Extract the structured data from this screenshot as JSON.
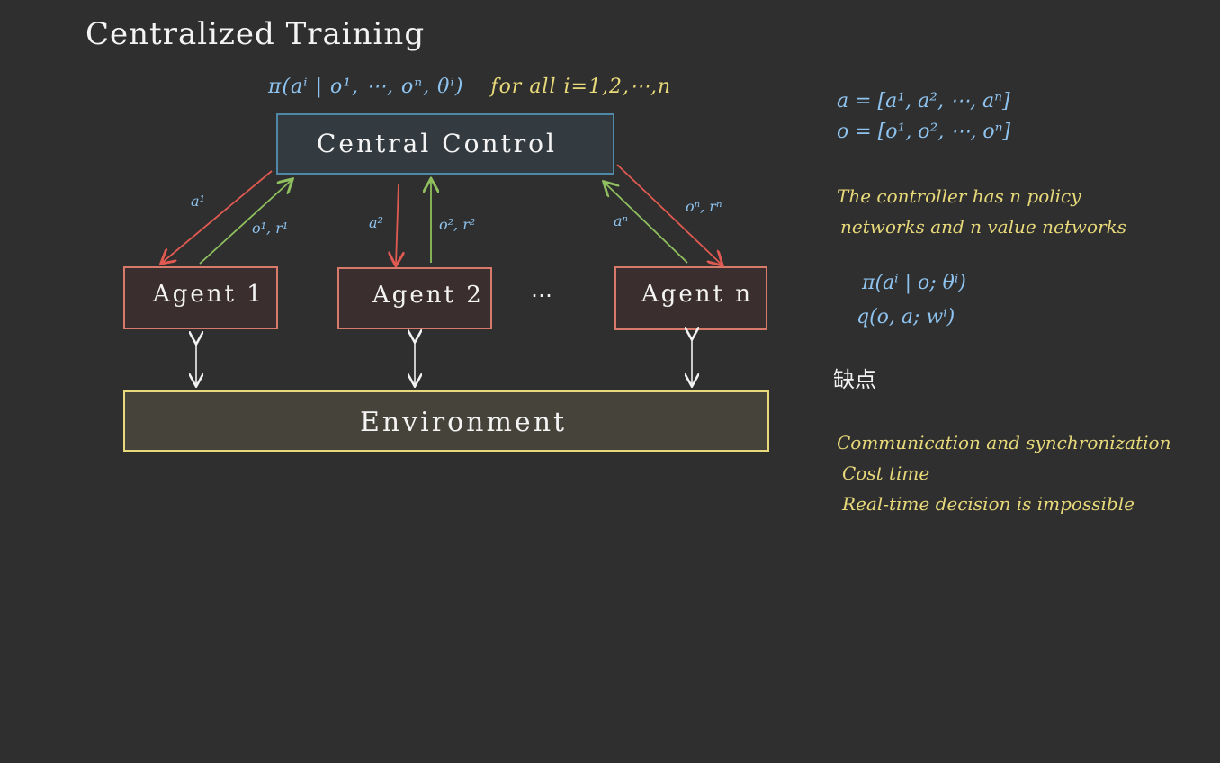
{
  "title": "Centralized Training",
  "policy_formula": {
    "expr": "π(aⁱ | o¹, ⋯, oⁿ, θⁱ)",
    "range": "for all i=1,2,⋯,n"
  },
  "central": {
    "label": "Central Control"
  },
  "agents": [
    {
      "label": "Agent 1",
      "action": "a¹",
      "feedback": "o¹, r¹"
    },
    {
      "label": "Agent 2",
      "action": "a²",
      "feedback": "o², r²"
    },
    {
      "label": "Agent n",
      "action": "aⁿ",
      "feedback": "oⁿ, rⁿ"
    }
  ],
  "ellipsis": "⋯",
  "environment": {
    "label": "Environment"
  },
  "notes": {
    "a_def": "a = [a¹, a², ⋯, aⁿ]",
    "o_def": "o = [o¹, o², ⋯, oⁿ]",
    "controller_line1": "The controller has n policy",
    "controller_line2": "networks and n value networks",
    "policy_net": "π(aⁱ | o; θⁱ)",
    "value_net": "q(o, a; wⁱ)",
    "drawbacks_heading": "缺点",
    "drawback1": "Communication and synchronization",
    "drawback2": "Cost time",
    "drawback3": "Real-time decision is impossible"
  },
  "colors": {
    "background": "#2f2f2f",
    "central_border": "#4f87a7",
    "central_fill": "#333a40",
    "agent_border": "#d87a6a",
    "agent_fill": "#3a2f2e",
    "env_border": "#e8d97a",
    "env_fill": "#46443a",
    "down_arrow": "#e05a52",
    "up_arrow": "#8fbf5e",
    "io_arrow": "#f2f2f2",
    "blue_text": "#8ec3ef",
    "yellow_text": "#e8d97a"
  }
}
